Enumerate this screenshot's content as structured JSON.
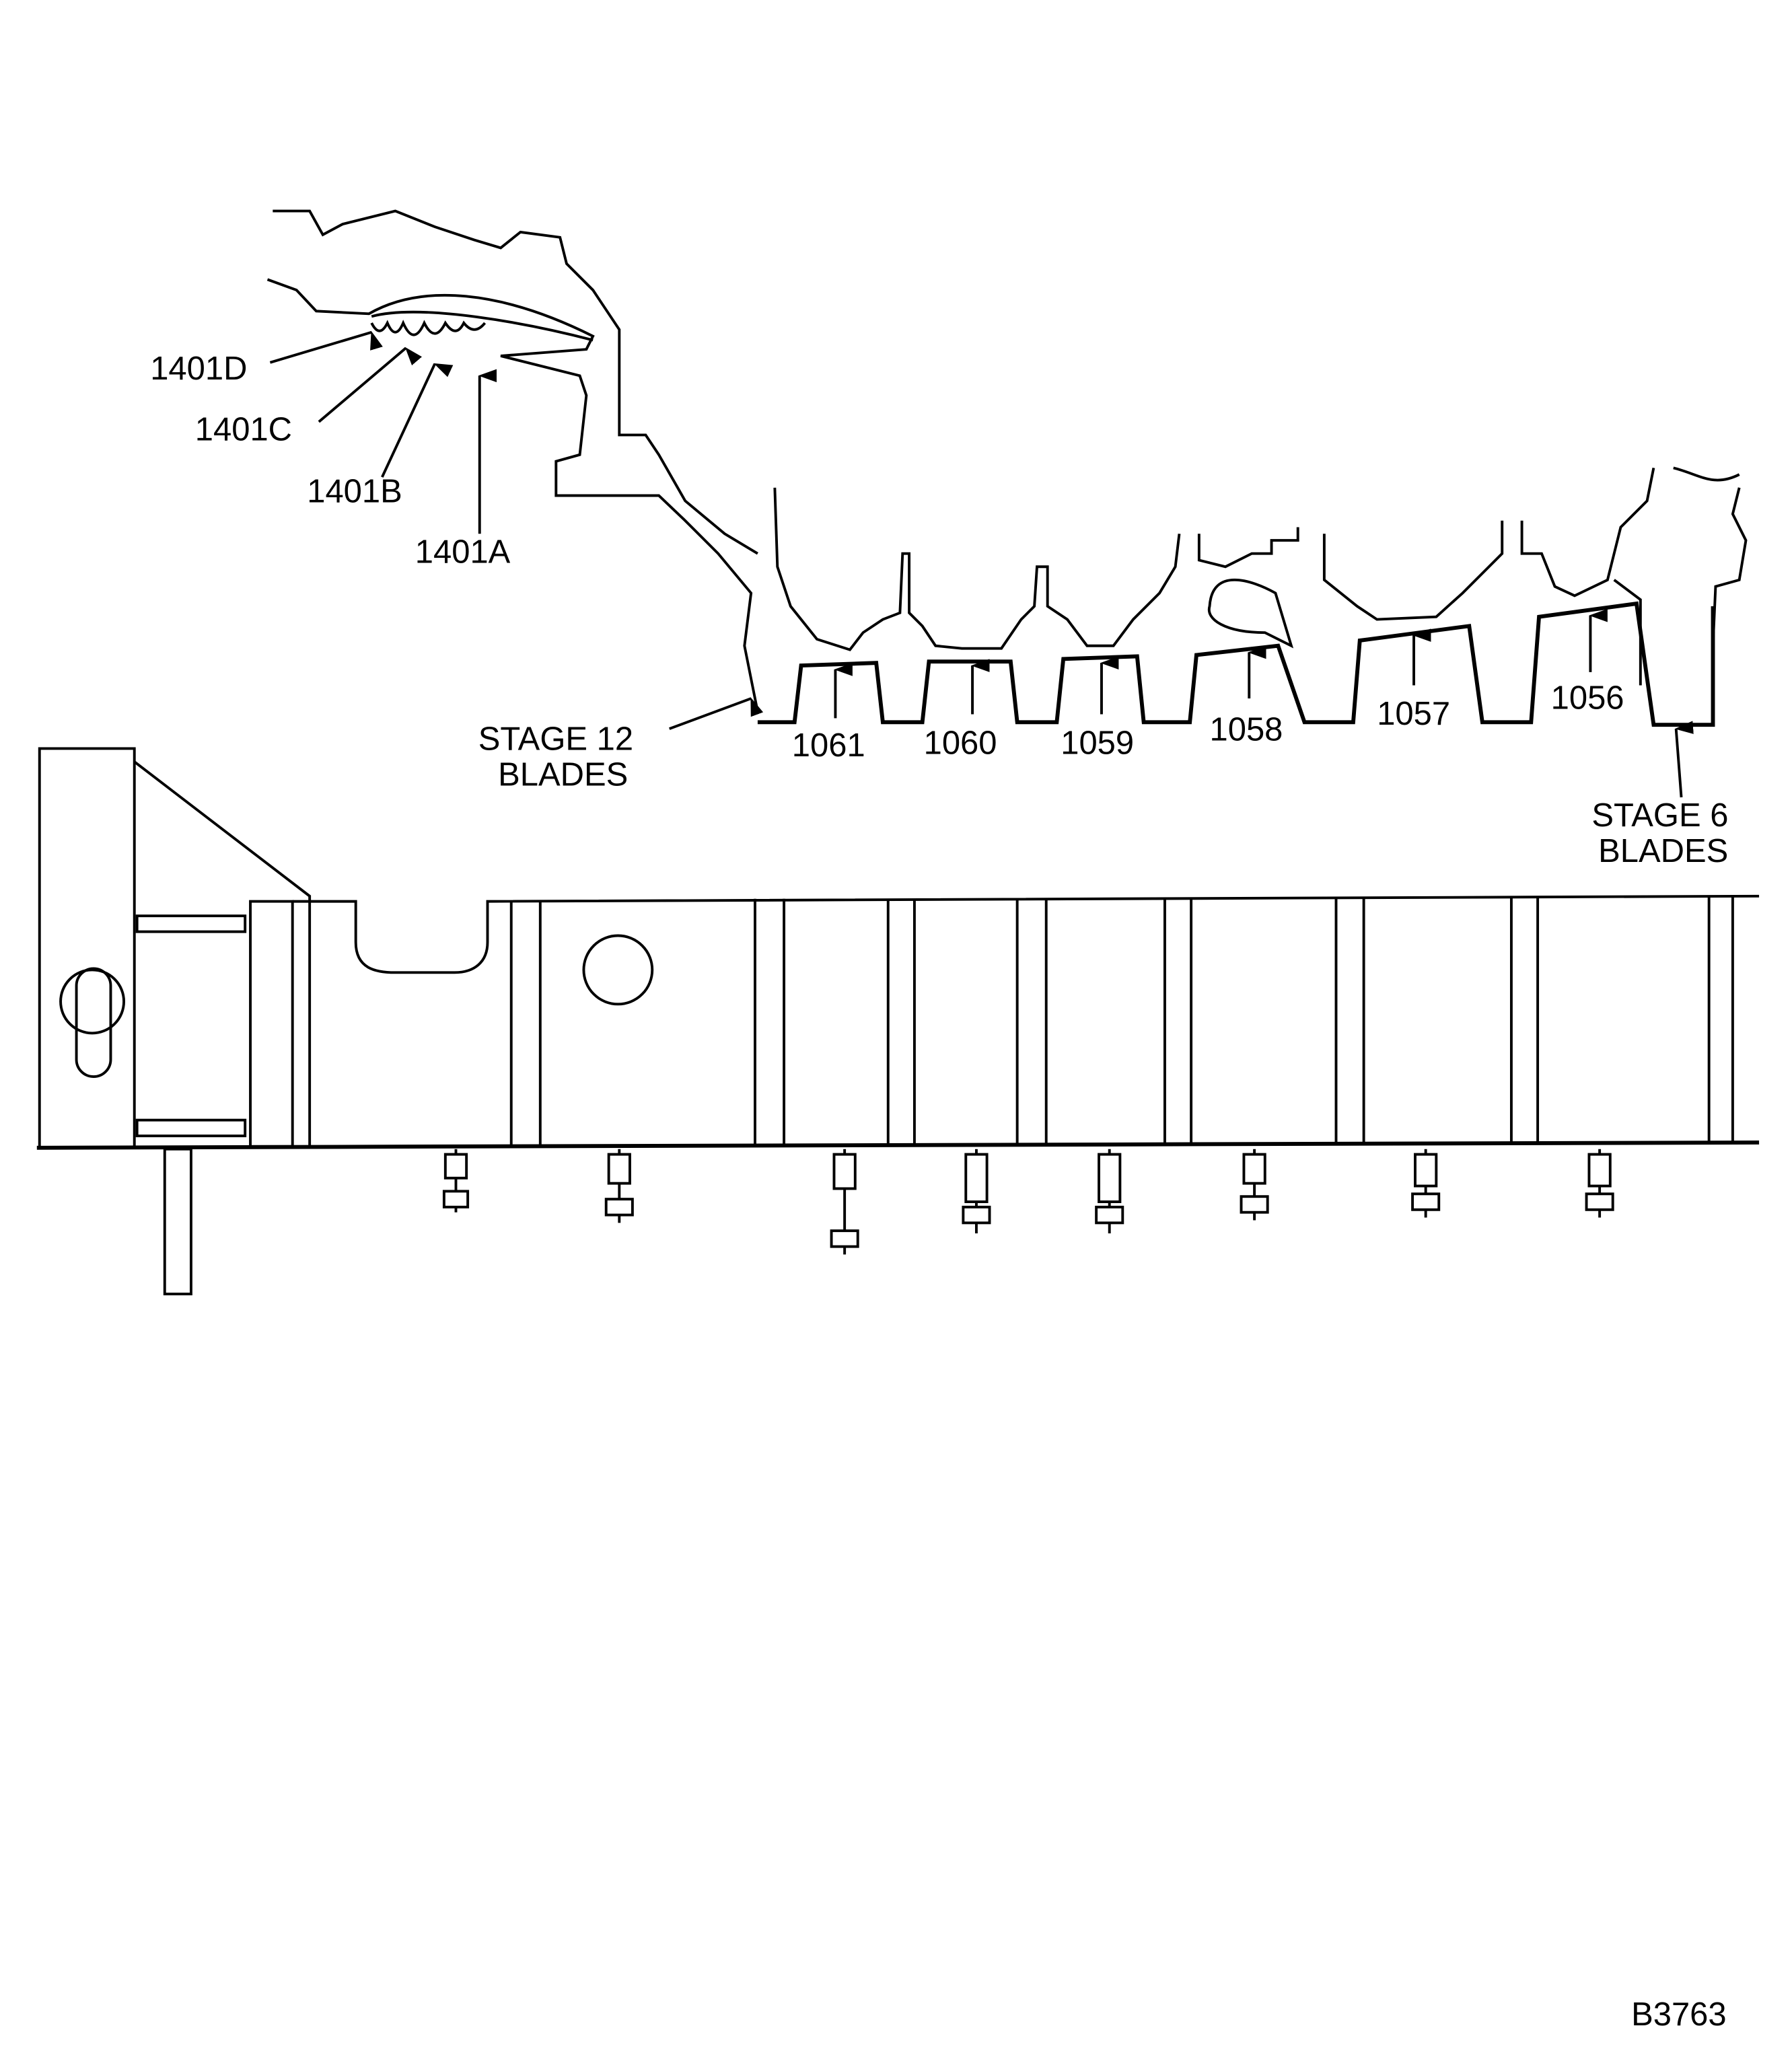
{
  "diagram": {
    "seal_labels": [
      "1401D",
      "1401C",
      "1401B",
      "1401A"
    ],
    "blade_labels": [
      "1061",
      "1060",
      "1059",
      "1058",
      "1057",
      "1056"
    ],
    "stage12_line1": "STAGE 12",
    "stage12_line2": "BLADES",
    "stage6_line1": "STAGE 6",
    "stage6_line2": "BLADES",
    "figure_id": "B3763"
  }
}
